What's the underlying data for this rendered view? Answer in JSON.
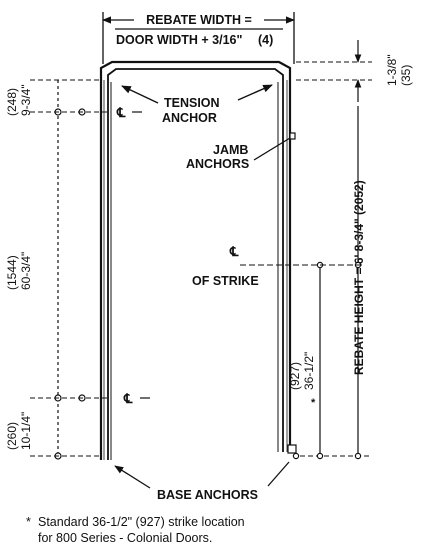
{
  "rebate_width": {
    "title": "REBATE WIDTH =",
    "formula_main": "DOOR WIDTH  + 3/16\"",
    "formula_metric": "(4)"
  },
  "top_dimension": {
    "imperial": "1-3/8\"",
    "metric": "(35)"
  },
  "rebate_height": "REBATE HEIGHT =  6' 8-3/4\" (2052)",
  "left_dimensions": [
    {
      "metric": "(248)",
      "imperial": "9-3/4\""
    },
    {
      "metric": "(1544)",
      "imperial": "60-3/4\""
    },
    {
      "metric": "(260)",
      "imperial": "10-1/4\""
    }
  ],
  "strike_dimension": {
    "metric": "(927)",
    "imperial": "36-1/2\""
  },
  "centerline_symbol": "℄",
  "asterisk": "*",
  "labels": {
    "tension_anchor_1": "TENSION",
    "tension_anchor_2": "ANCHOR",
    "jamb_anchors_1": "JAMB",
    "jamb_anchors_2": "ANCHORS",
    "of_strike": "OF STRIKE",
    "base_anchors": "BASE ANCHORS"
  },
  "footnote": {
    "star": "*",
    "line1": "Standard 36-1/2\" (927) strike location",
    "line2": "for 800 Series - Colonial Doors."
  }
}
